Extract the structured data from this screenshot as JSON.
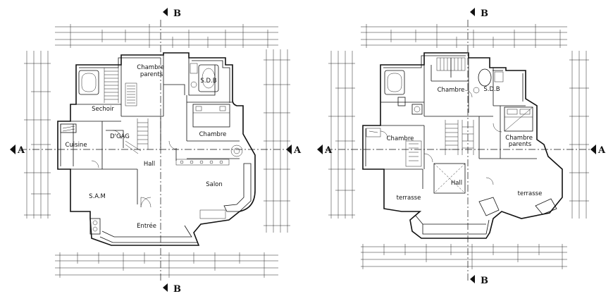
{
  "section_markers": {
    "left_plan": {
      "b_top": "B",
      "b_bottom": "B",
      "a_left": "A",
      "a_right": "A"
    },
    "right_plan": {
      "b_top": "B",
      "b_bottom": "B",
      "a_left": "A",
      "a_right": "A"
    }
  },
  "left_plan": {
    "rooms": {
      "chambre_parents": [
        "Chambre",
        "parents"
      ],
      "sdb": "S.D.B",
      "sechoir": "Sechoir",
      "degagement": "D'GAG",
      "chambre": "Chambre",
      "cuisine": "Cuisine",
      "hall": "Hall",
      "sam": "S.A.M",
      "salon": "Salon",
      "entree": "Entrée"
    }
  },
  "right_plan": {
    "rooms": {
      "chambre_top": "Chambre",
      "sdb": "S.D.B",
      "chambre_left": "Chambre",
      "chambre_parents": [
        "Chambre",
        "parents"
      ],
      "hall": "Hall",
      "terrasse_left": "terrasse",
      "terrasse_right": "terrasse"
    }
  },
  "colors": {
    "line": "#111111",
    "background": "#ffffff"
  }
}
